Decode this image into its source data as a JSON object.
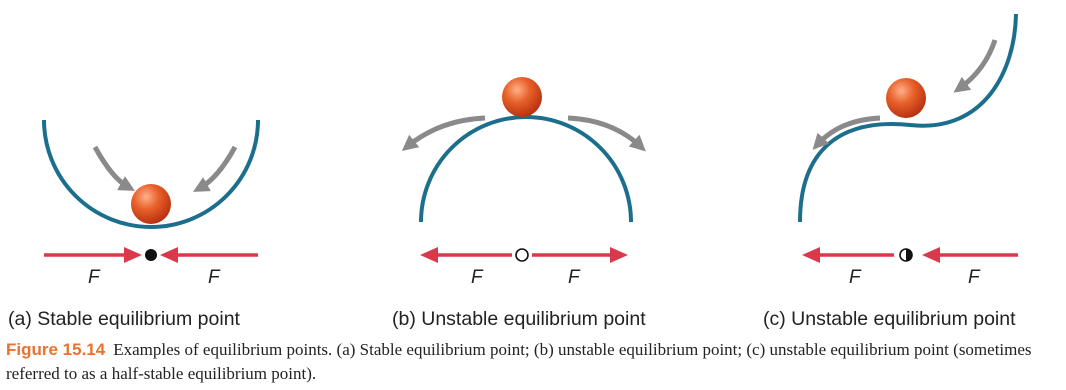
{
  "panels": [
    {
      "label": "(a) Stable equilibrium point",
      "force_left": "F",
      "force_right": "F"
    },
    {
      "label": "(b) Unstable equilibrium point",
      "force_left": "F",
      "force_right": "F"
    },
    {
      "label": "(c) Unstable equilibrium point",
      "force_left": "F",
      "force_right": "F"
    }
  ],
  "caption": {
    "number": "Figure 15.14",
    "text": "Examples of equilibrium points. (a) Stable equilibrium point; (b) unstable equilibrium point; (c) unstable equilibrium point (sometimes referred to as a half-stable equilibrium point)."
  },
  "colors": {
    "curve": "#1c6f8c",
    "ball": "#e25a1f",
    "motion_arrow": "#8a8a8a",
    "force_arrow": "#d9394a",
    "caption_number": "#e8722e"
  }
}
